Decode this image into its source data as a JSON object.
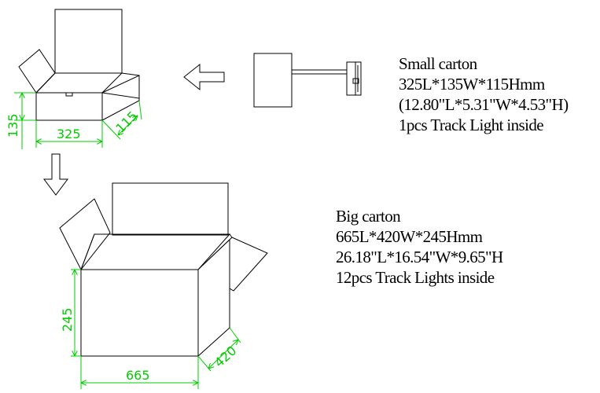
{
  "small_carton": {
    "title": "Small carton",
    "dimensions_mm": "325L*135W*115Hmm",
    "dimensions_in": "(12.80\"L*5.31\"W*4.53\"H)",
    "contents": "1pcs Track Light inside",
    "dim_length": "325",
    "dim_height": "135",
    "dim_width": "115"
  },
  "big_carton": {
    "title": "Big carton",
    "dimensions_mm": "665L*420W*245Hmm",
    "dimensions_in": "26.18\"L*16.54\"W*9.65\"H",
    "contents": "12pcs Track Lights inside",
    "dim_length": "665",
    "dim_height": "245",
    "dim_width": "420"
  },
  "colors": {
    "dimension_lines": "#00cc00",
    "outline": "#000000"
  }
}
